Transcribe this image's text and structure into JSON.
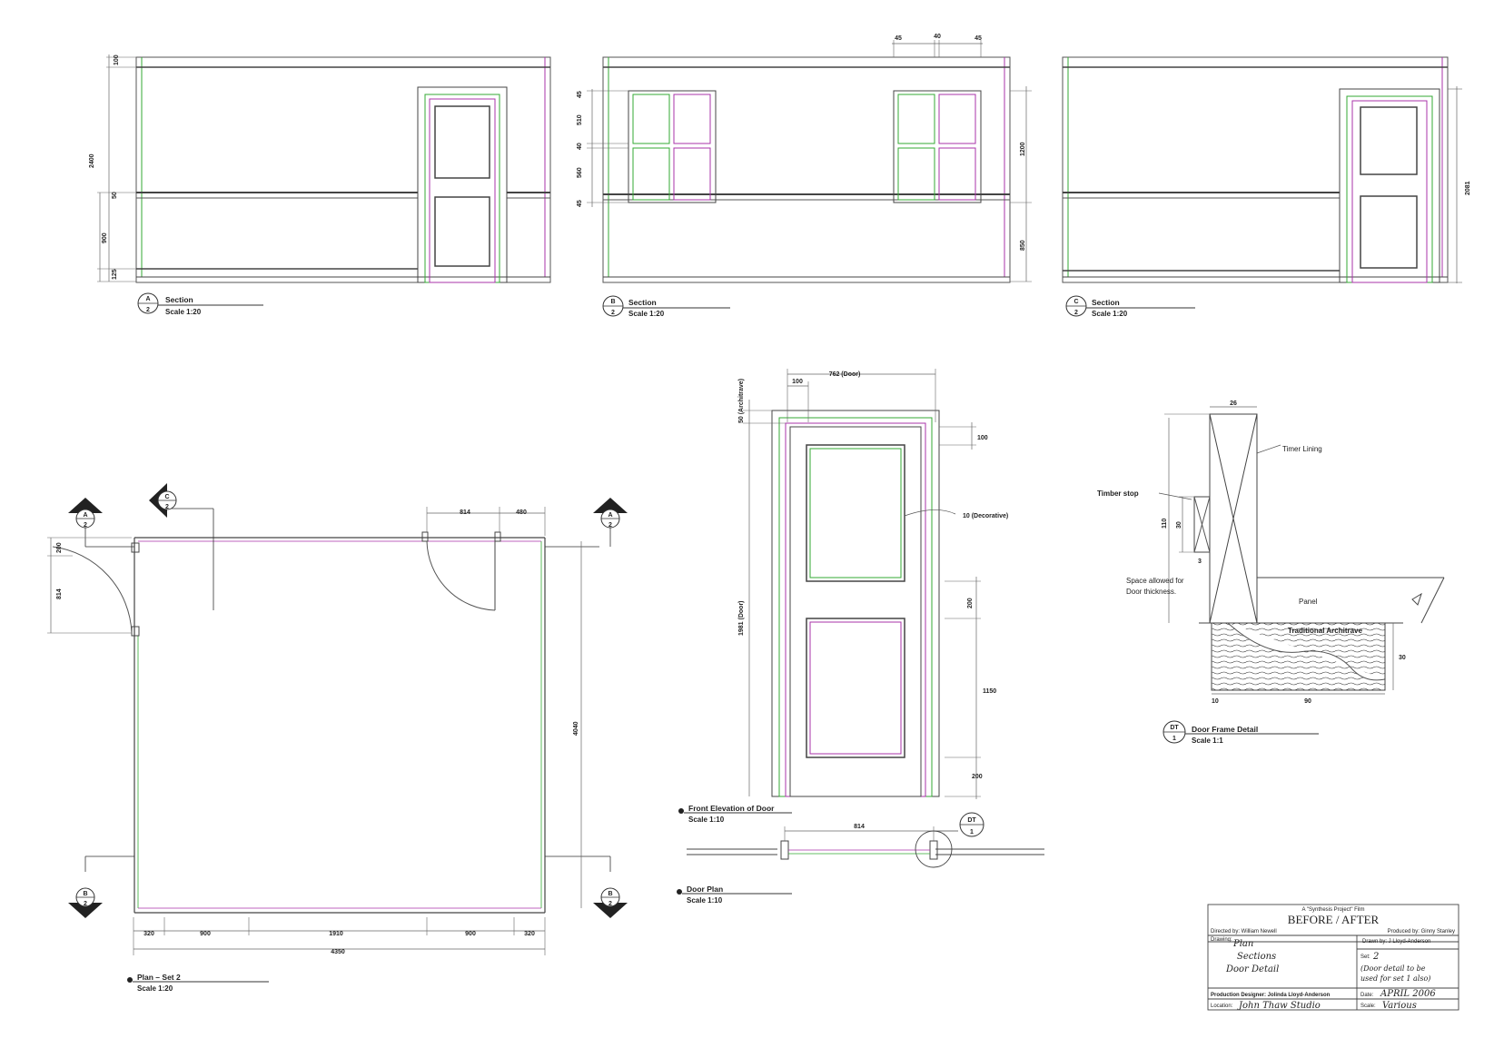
{
  "sections": {
    "a": {
      "tag_letter": "A",
      "tag_sheet": "2",
      "title": "Section",
      "scale": "Scale 1:20",
      "dims": {
        "height": "2400",
        "top": "100",
        "rail": "50",
        "dado": "900",
        "base": "125"
      }
    },
    "b": {
      "tag_letter": "B",
      "tag_sheet": "2",
      "title": "Section",
      "scale": "Scale 1:20",
      "dims": {
        "top1": "45",
        "top2": "40",
        "top3": "45",
        "v1": "45",
        "v2": "510",
        "v3": "40",
        "v4": "560",
        "v5": "45",
        "r1": "1200",
        "r2": "850"
      }
    },
    "c": {
      "tag_letter": "C",
      "tag_sheet": "2",
      "title": "Section",
      "scale": "Scale 1:20",
      "dims": {
        "height": "2081"
      }
    }
  },
  "plan": {
    "title": "Plan – Set 2",
    "scale": "Scale 1:20",
    "tags": {
      "a_letter": "A",
      "b_letter": "B",
      "c_letter": "C",
      "sheet": "2"
    },
    "dims": {
      "d200": "200",
      "d814_left": "814",
      "d814_top": "814",
      "d480": "480",
      "d4040": "4040",
      "b320_1": "320",
      "b900_1": "900",
      "b1910": "1910",
      "b900_2": "900",
      "b320_2": "320",
      "total": "4350"
    }
  },
  "door_elevation": {
    "title": "Front Elevation of Door",
    "scale": "Scale 1:10",
    "dims": {
      "door_width": "762 (Door)",
      "stile": "100",
      "architrave": "50 (Architrave)",
      "top_rail": "100",
      "decorative": "10 (Decorative)",
      "door_height": "1981 (Door)",
      "mid_rail": "200",
      "lower": "1150",
      "bottom_rail": "200"
    }
  },
  "door_plan": {
    "title": "Door Plan",
    "scale": "Scale 1:10",
    "width": "814",
    "tag_letter": "DT",
    "tag_sheet": "1"
  },
  "frame_detail": {
    "title": "Door Frame Detail",
    "scale": "Scale 1:1",
    "tag_letter": "DT",
    "tag_sheet": "1",
    "labels": {
      "timer_lining": "Timer Lining",
      "timber_stop": "Timber stop",
      "space": "Space allowed for",
      "space2": "Door thickness.",
      "panel": "Panel",
      "architrave": "Traditional Architrave"
    },
    "dims": {
      "d26": "26",
      "d110": "110",
      "d30": "30",
      "d3": "3",
      "d10": "10",
      "d90": "90",
      "d30r": "30"
    }
  },
  "title_block": {
    "project": "A \"Synthesis Project\" Film",
    "title": "BEFORE / AFTER",
    "directed": "Directed by: William Newell",
    "produced": "Produced by: Ginny Stanley",
    "drawing_label": "Drawing:",
    "drawing_1": "Plan",
    "drawing_2": "Sections",
    "drawing_3": "Door Detail",
    "drawn": "Drawn by: J Lloyd-Anderson",
    "set_label": "Set:",
    "set_value": "2",
    "note_1": "(Door detail to be",
    "note_2": "used for set 1 also)",
    "designer": "Production Designer: Jolinda Lloyd-Anderson",
    "date_label": "Date:",
    "date_value": "APRIL 2006",
    "location_label": "Location:",
    "location_value": "John Thaw Studio",
    "scale_label": "Scale:",
    "scale_value": "Various"
  }
}
